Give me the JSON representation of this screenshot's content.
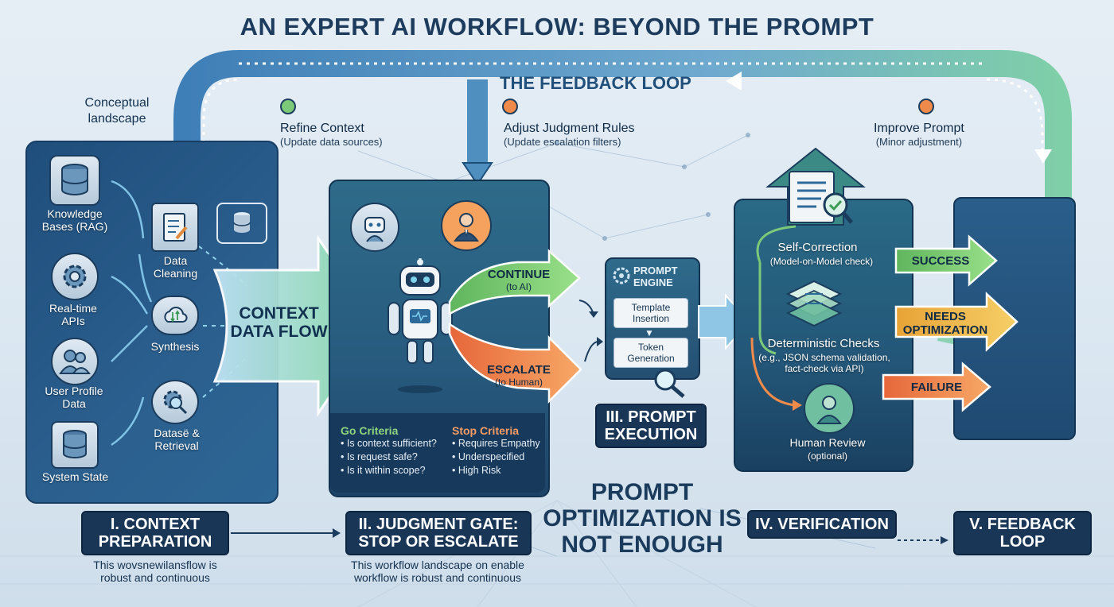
{
  "title": "AN EXPERT AI WORKFLOW: BEYOND THE PROMPT",
  "feedback_loop": {
    "title": "THE FEEDBACK LOOP",
    "notes": [
      {
        "title": "Refine Context",
        "sub": "(Update data sources)"
      },
      {
        "title": "Adjust Judgment Rules",
        "sub": "(Update escalation filters)"
      },
      {
        "title": "Improve Prompt",
        "sub": "(Minor adjustment)"
      }
    ]
  },
  "conceptual_label": "Conceptual landscape",
  "context_panel": {
    "sources": [
      "Knowledge Bases (RAG)",
      "Real-time APIs",
      "User Profile Data",
      "System State"
    ],
    "steps": [
      "Data Cleaning",
      "Synthesis",
      "Datasё & Retrieval"
    ],
    "flow_label": "CONTEXT DATA FLOW"
  },
  "judgment_panel": {
    "continue": {
      "label": "CONTINUE",
      "sub": "(to AI)"
    },
    "escalate": {
      "label": "ESCALATE",
      "sub": "(to Human)"
    },
    "go_criteria": {
      "title": "Go Criteria",
      "items": [
        "Is context sufficient?",
        "Is request safe?",
        "Is it within scope?"
      ]
    },
    "stop_criteria": {
      "title": "Stop Criteria",
      "items": [
        "Requires Empathy",
        "Underspecified",
        "High Risk"
      ]
    }
  },
  "prompt_engine": {
    "title": "PROMPT ENGINE",
    "boxes": [
      "Template Insertion",
      "Token Generation"
    ]
  },
  "verification_panel": {
    "self_correction": {
      "title": "Self-Correction",
      "sub": "(Model-on-Model check)"
    },
    "deterministic": {
      "title": "Deterministic Checks",
      "sub": "(e.g., JSON schema validation, fact-check via API)"
    },
    "human_review": {
      "title": "Human Review",
      "sub": "(optional)"
    },
    "outcomes": [
      "SUCCESS",
      "NEEDS OPTIMIZATION",
      "FAILURE"
    ]
  },
  "center_message": "PROMPT OPTIMIZATION IS NOT ENOUGH",
  "stages": [
    {
      "label": "I. CONTEXT PREPARATION",
      "caption": "This wovsnewilansflow is robust and continuous"
    },
    {
      "label": "II. JUDGMENT GATE: STOP OR ESCALATE",
      "caption": "This workflow landscape on enable workflow is robust and continuous"
    },
    {
      "label": "III. PROMPT EXECUTION"
    },
    {
      "label": "IV. VERIFICATION"
    },
    {
      "label": "V. FEEDBACK LOOP"
    }
  ],
  "colors": {
    "navy": "#193656",
    "green": "#7cc97a",
    "orange": "#f08a4b",
    "blue": "#4f8fbf"
  }
}
